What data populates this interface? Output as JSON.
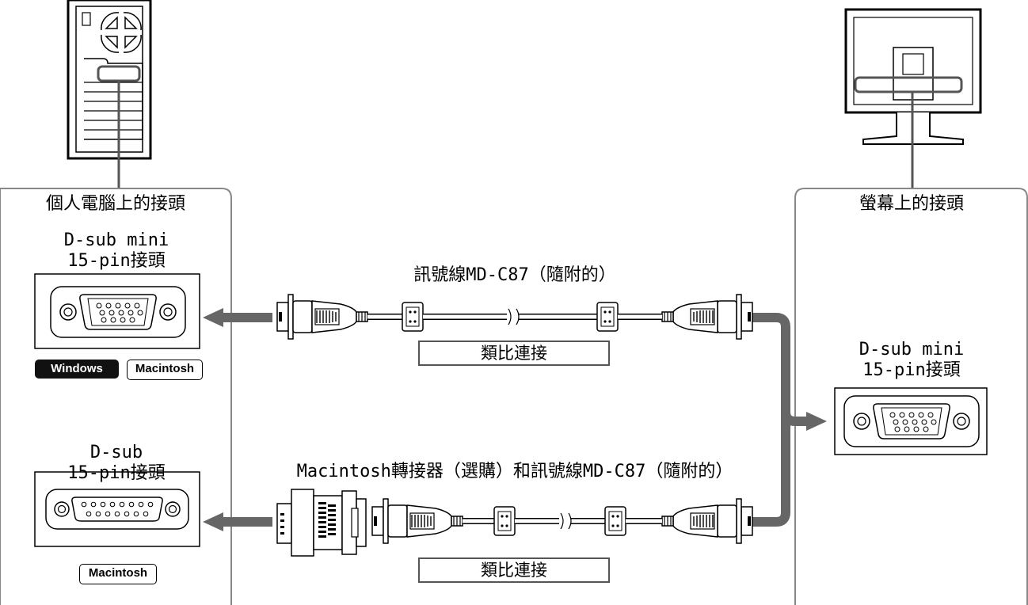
{
  "panels": {
    "pc": {
      "title": "個人電腦上的接頭"
    },
    "monitor": {
      "title": "螢幕上的接頭"
    }
  },
  "pc_connectors": [
    {
      "name_line1": "D-sub mini",
      "name_line2": "15-pin接頭",
      "badges": [
        "Windows",
        "Macintosh"
      ]
    },
    {
      "name_line1": "D-sub",
      "name_line2": "15-pin接頭",
      "badges": [
        "Macintosh"
      ]
    }
  ],
  "monitor_connector": {
    "name_line1": "D-sub mini",
    "name_line2": "15-pin接頭"
  },
  "cables": [
    {
      "caption": "訊號線MD-C87（隨附的）",
      "tag": "類比連接"
    },
    {
      "caption": "Macintosh轉接器（選購）和訊號線MD-C87（隨附的）",
      "tag": "類比連接"
    }
  ],
  "colors": {
    "line": "#5a5a5a",
    "arrow": "#666666",
    "panel_border": "#888888"
  }
}
